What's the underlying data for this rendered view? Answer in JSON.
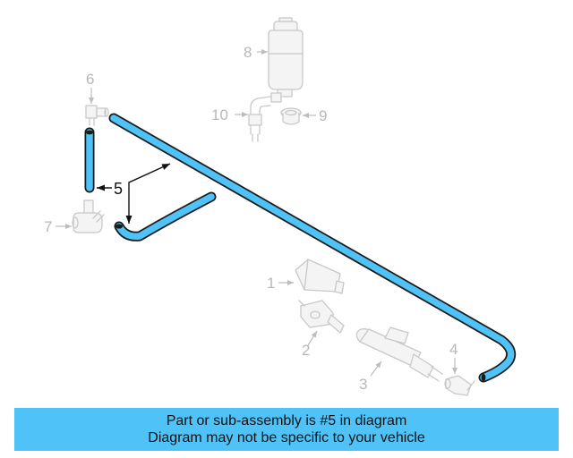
{
  "callouts": {
    "c1": "1",
    "c2": "2",
    "c3": "3",
    "c4": "4",
    "c5": "5",
    "c6": "6",
    "c7": "7",
    "c8": "8",
    "c9": "9",
    "c10": "10"
  },
  "highlight_color": "#4fc3f7",
  "ghost_color": "#c8c8c8",
  "banner": {
    "line1": "Part or sub-assembly is #5 in diagram",
    "line2": "Diagram may not be specific to your vehicle"
  }
}
